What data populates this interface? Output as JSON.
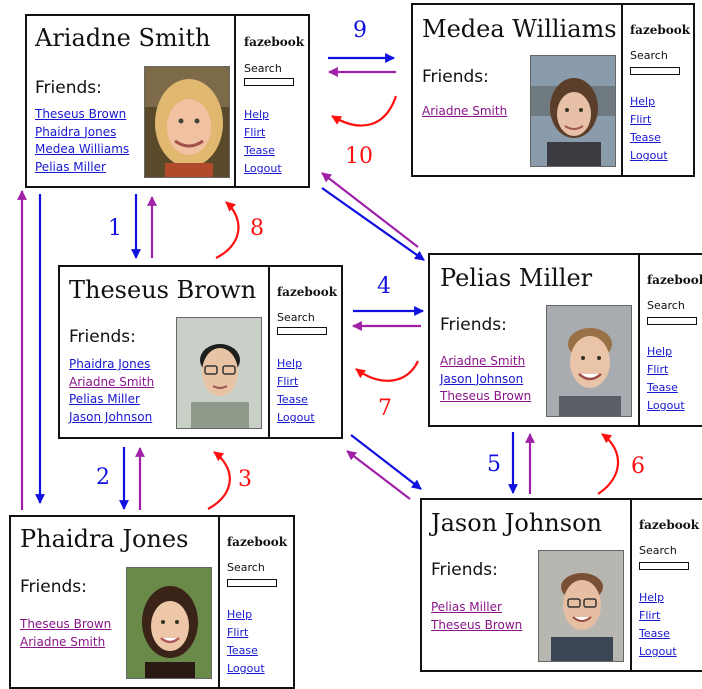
{
  "colors": {
    "request": "#1010e0",
    "response": "#a020a8",
    "status": "#ff1010",
    "visited_link": "#8a168a",
    "link": "#1818d0"
  },
  "cards": [
    {
      "id": "ariadne",
      "name": "Ariadne Smith",
      "friends_label": "Friends:",
      "brand": "fazebook",
      "search_label": "Search",
      "menu": [
        "Help",
        "Flirt",
        "Tease",
        "Logout"
      ],
      "friends": [
        {
          "name": "Theseus Brown",
          "visited": false
        },
        {
          "name": "Phaidra Jones",
          "visited": false
        },
        {
          "name": "Medea Williams",
          "visited": false
        },
        {
          "name": "Pelias Miller",
          "visited": false
        }
      ],
      "photo_icon": "woman-blonde-portrait"
    },
    {
      "id": "medea",
      "name": "Medea Williams",
      "friends_label": "Friends:",
      "brand": "fazebook",
      "search_label": "Search",
      "menu": [
        "Help",
        "Flirt",
        "Tease",
        "Logout"
      ],
      "friends": [
        {
          "name": "Ariadne Smith",
          "visited": true
        }
      ],
      "photo_icon": "woman-brown-hair-portrait"
    },
    {
      "id": "theseus",
      "name": "Theseus Brown",
      "friends_label": "Friends:",
      "brand": "fazebook",
      "search_label": "Search",
      "menu": [
        "Help",
        "Flirt",
        "Tease",
        "Logout"
      ],
      "friends": [
        {
          "name": "Phaidra Jones",
          "visited": false
        },
        {
          "name": "Ariadne Smith",
          "visited": true
        },
        {
          "name": "Pelias Miller",
          "visited": false
        },
        {
          "name": "Jason Johnson",
          "visited": false
        }
      ],
      "photo_icon": "man-glasses-portrait"
    },
    {
      "id": "pelias",
      "name": "Pelias Miller",
      "friends_label": "Friends:",
      "brand": "fazebook",
      "search_label": "Search",
      "menu": [
        "Help",
        "Flirt",
        "Tease",
        "Logout"
      ],
      "friends": [
        {
          "name": "Ariadne Smith",
          "visited": true
        },
        {
          "name": "Jason Johnson",
          "visited": false
        },
        {
          "name": "Theseus Brown",
          "visited": true
        }
      ],
      "photo_icon": "man-smiling-portrait"
    },
    {
      "id": "phaidra",
      "name": "Phaidra Jones",
      "friends_label": "Friends:",
      "brand": "fazebook",
      "search_label": "Search",
      "menu": [
        "Help",
        "Flirt",
        "Tease",
        "Logout"
      ],
      "friends": [
        {
          "name": "Theseus Brown",
          "visited": true
        },
        {
          "name": "Ariadne Smith",
          "visited": true
        }
      ],
      "photo_icon": "woman-dark-hair-portrait"
    },
    {
      "id": "jason",
      "name": "Jason Johnson",
      "friends_label": "Friends:",
      "brand": "fazebook",
      "search_label": "Search",
      "menu": [
        "Help",
        "Flirt",
        "Tease",
        "Logout"
      ],
      "friends": [
        {
          "name": "Pelias Miller",
          "visited": true
        },
        {
          "name": "Theseus Brown",
          "visited": true
        }
      ],
      "photo_icon": "man-glasses-smiling-portrait"
    }
  ],
  "steps": [
    {
      "label": "1",
      "kind": "request"
    },
    {
      "label": "2",
      "kind": "request"
    },
    {
      "label": "3",
      "kind": "status"
    },
    {
      "label": "4",
      "kind": "request"
    },
    {
      "label": "5",
      "kind": "request"
    },
    {
      "label": "6",
      "kind": "status"
    },
    {
      "label": "7",
      "kind": "status"
    },
    {
      "label": "8",
      "kind": "status"
    },
    {
      "label": "9",
      "kind": "request"
    },
    {
      "label": "10",
      "kind": "status"
    }
  ]
}
